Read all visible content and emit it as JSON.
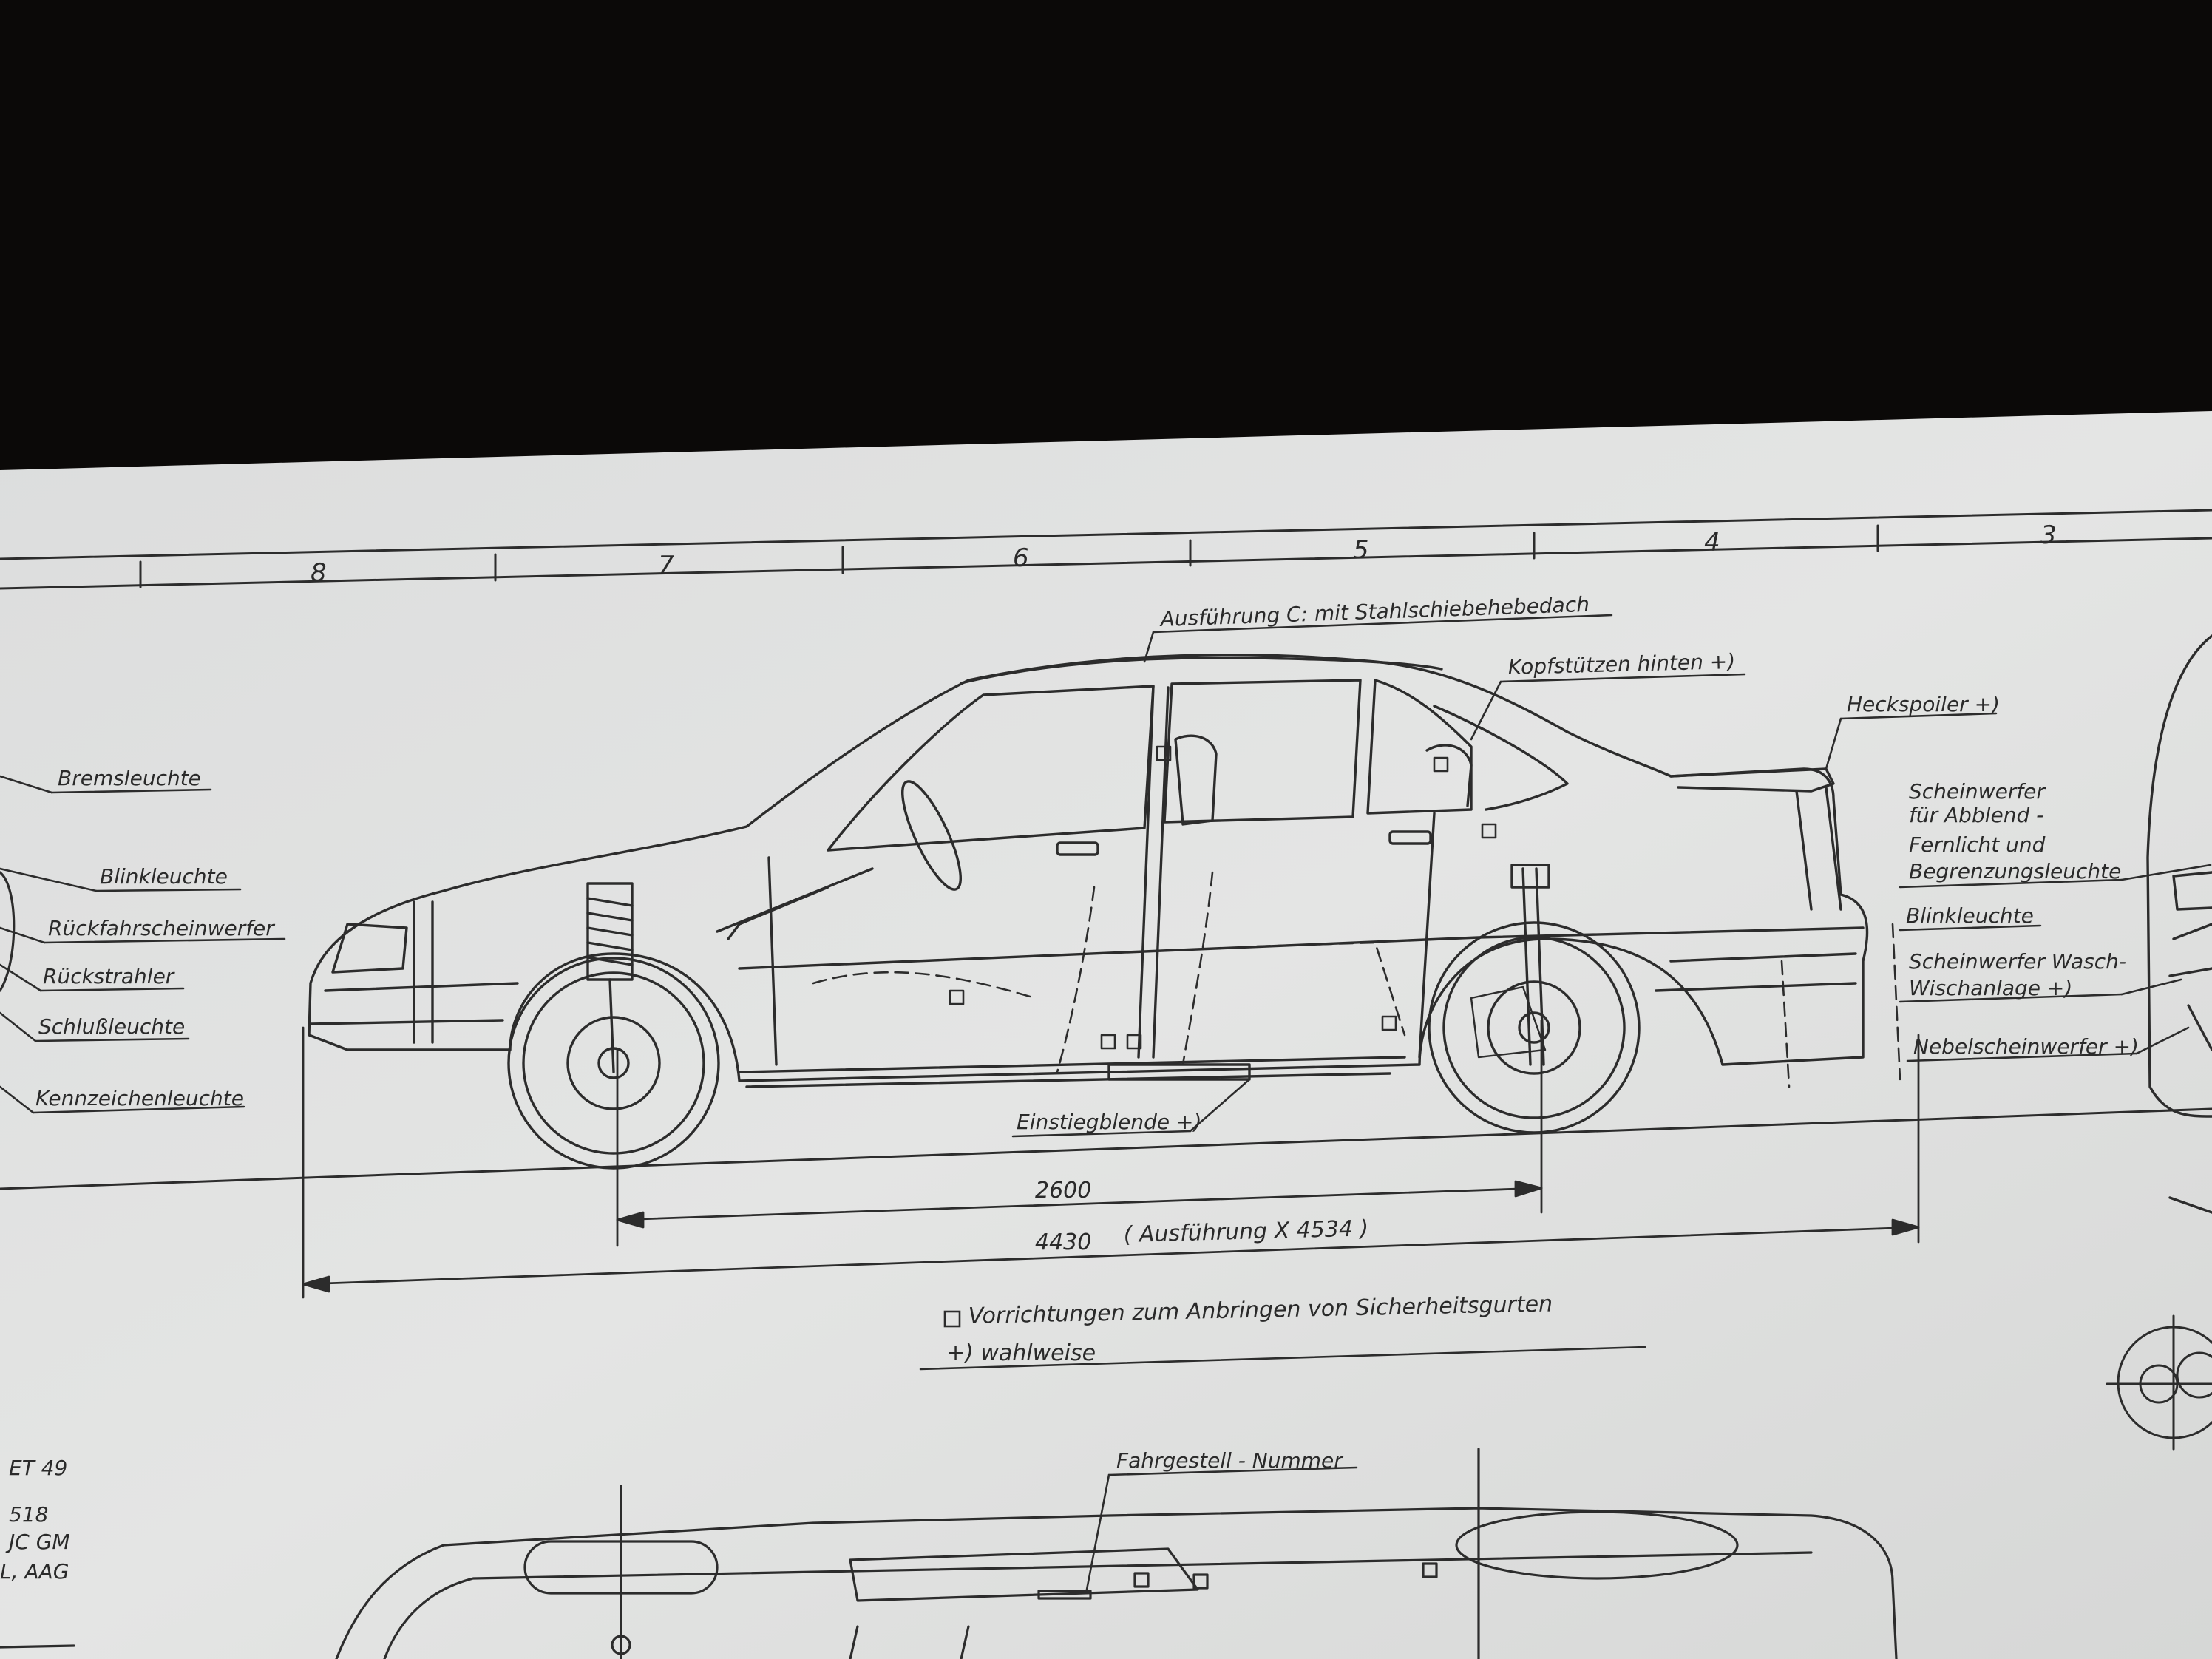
{
  "ruler": {
    "zones": [
      "8",
      "7",
      "6",
      "5",
      "4",
      "3"
    ]
  },
  "labels": {
    "sunroof": "Ausführung C: mit Stahlschiebehebedach",
    "headrests": "Kopfstützen hinten +)",
    "spoiler": "Heckspoiler +)",
    "brake_light": "Bremsleuchte",
    "indicator_rear": "Blinkleuchte",
    "reverse_light": "Rückfahrscheinwerfer",
    "reflector": "Rückstrahler",
    "tail_light": "Schlußleuchte",
    "plate_light": "Kennzeichenleuchte",
    "headlamp_1": "Scheinwerfer",
    "headlamp_2": "für Abblend -",
    "headlamp_3": "Fernlicht und",
    "headlamp_4": "Begrenzungsleuchte",
    "indicator_front": "Blinkleuchte",
    "washer_1": "Scheinwerfer Wasch-",
    "washer_2": "Wischanlage +)",
    "fog_lamp": "Nebelscheinwerfer +)",
    "sill_trim": "Einstiegblende +)",
    "chassis_no": "Fahrgestell - Nummer"
  },
  "dimensions": {
    "wheelbase": "2600",
    "length": "4430",
    "length_variant": "( Ausführung X 4534 )"
  },
  "legend": {
    "belt_note": "Vorrichtungen zum Anbringen von Sicherheitsgurten",
    "optional_note": "+) wahlweise"
  },
  "margin_text": [
    "ET 49",
    "518",
    "JC GM",
    "L, AAG"
  ]
}
